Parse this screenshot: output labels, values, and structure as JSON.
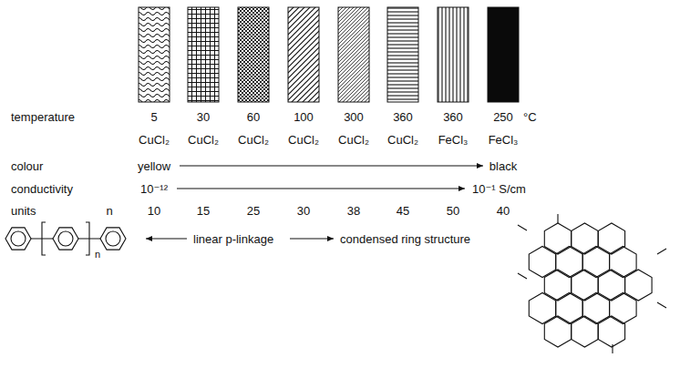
{
  "diagram": {
    "labels": [
      "temperature",
      "5",
      "30",
      "60",
      "100",
      "300",
      "360",
      "360",
      "250",
      "°C",
      "CuCl₂",
      "CuCl₂",
      "CuCl₂",
      "CuCl₂",
      "CuCl₂",
      "CuCl₂",
      "FeCl₃",
      "FeCl₃",
      "colour",
      "yellow",
      "black",
      "conductivity",
      "10⁻¹²",
      "10⁻¹ S/cm",
      "units",
      "n",
      "10",
      "15",
      "25",
      "30",
      "38",
      "45",
      "50",
      "40",
      "n",
      "linear p-linkage",
      "condensed ring structure"
    ]
  }
}
